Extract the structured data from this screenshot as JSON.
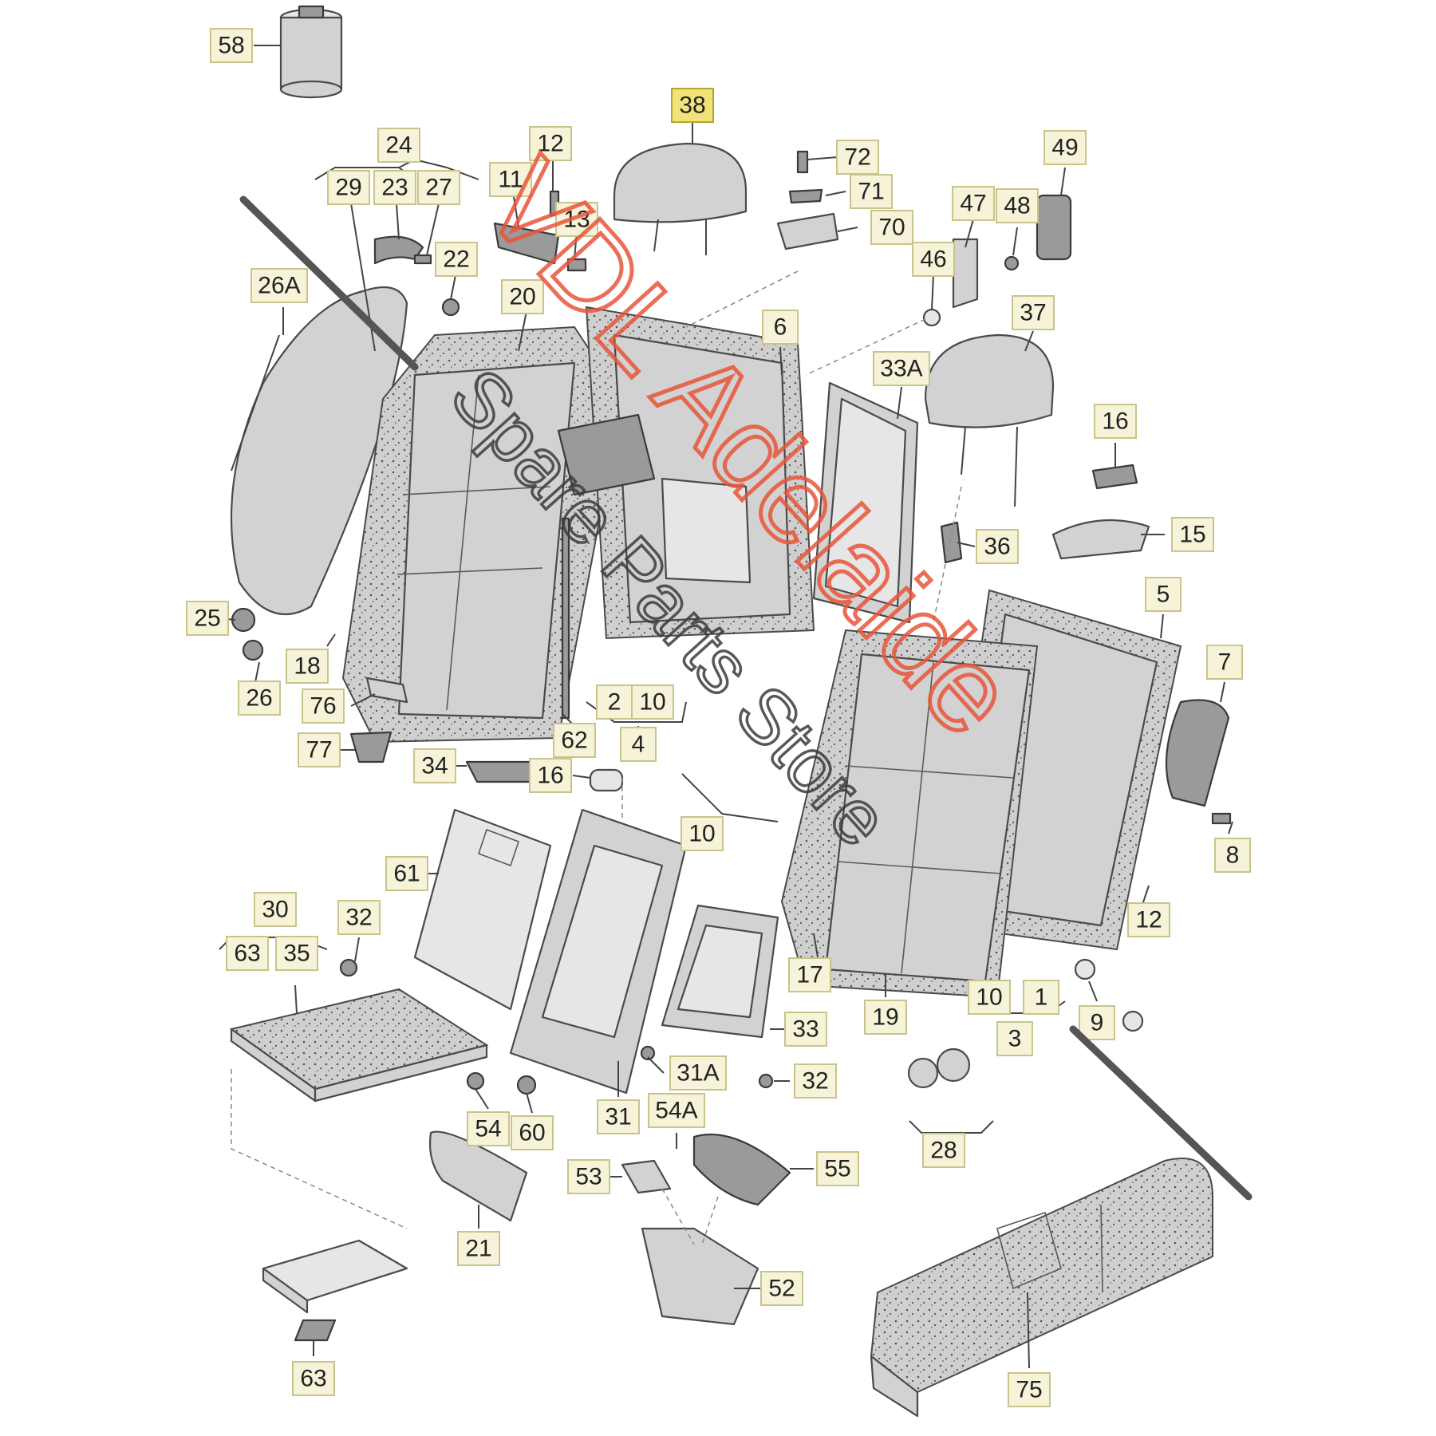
{
  "diagram": {
    "callouts": [
      {
        "id": "58",
        "text": "58"
      },
      {
        "id": "38",
        "text": "38",
        "highlight": true
      },
      {
        "id": "24",
        "text": "24"
      },
      {
        "id": "29",
        "text": "29"
      },
      {
        "id": "23",
        "text": "23"
      },
      {
        "id": "27",
        "text": "27"
      },
      {
        "id": "11",
        "text": "11"
      },
      {
        "id": "12a",
        "text": "12"
      },
      {
        "id": "13",
        "text": "13"
      },
      {
        "id": "22",
        "text": "22"
      },
      {
        "id": "72",
        "text": "72"
      },
      {
        "id": "71",
        "text": "71"
      },
      {
        "id": "70",
        "text": "70"
      },
      {
        "id": "47",
        "text": "47"
      },
      {
        "id": "48",
        "text": "48"
      },
      {
        "id": "49",
        "text": "49"
      },
      {
        "id": "46",
        "text": "46"
      },
      {
        "id": "26A",
        "text": "26A"
      },
      {
        "id": "20",
        "text": "20"
      },
      {
        "id": "6",
        "text": "6"
      },
      {
        "id": "37",
        "text": "37"
      },
      {
        "id": "33A",
        "text": "33A"
      },
      {
        "id": "16a",
        "text": "16"
      },
      {
        "id": "15",
        "text": "15"
      },
      {
        "id": "36",
        "text": "36"
      },
      {
        "id": "5",
        "text": "5"
      },
      {
        "id": "7",
        "text": "7"
      },
      {
        "id": "25",
        "text": "25"
      },
      {
        "id": "18",
        "text": "18"
      },
      {
        "id": "26",
        "text": "26"
      },
      {
        "id": "76",
        "text": "76"
      },
      {
        "id": "2",
        "text": "2"
      },
      {
        "id": "10a",
        "text": "10"
      },
      {
        "id": "4",
        "text": "4"
      },
      {
        "id": "62",
        "text": "62"
      },
      {
        "id": "77",
        "text": "77"
      },
      {
        "id": "34",
        "text": "34"
      },
      {
        "id": "16b",
        "text": "16"
      },
      {
        "id": "10b",
        "text": "10"
      },
      {
        "id": "8",
        "text": "8"
      },
      {
        "id": "61",
        "text": "61"
      },
      {
        "id": "12b",
        "text": "12"
      },
      {
        "id": "30",
        "text": "30"
      },
      {
        "id": "32a",
        "text": "32"
      },
      {
        "id": "63a",
        "text": "63"
      },
      {
        "id": "35",
        "text": "35"
      },
      {
        "id": "17",
        "text": "17"
      },
      {
        "id": "10c",
        "text": "10"
      },
      {
        "id": "1",
        "text": "1"
      },
      {
        "id": "9",
        "text": "9"
      },
      {
        "id": "3",
        "text": "3"
      },
      {
        "id": "33",
        "text": "33"
      },
      {
        "id": "19",
        "text": "19"
      },
      {
        "id": "31A",
        "text": "31A"
      },
      {
        "id": "32b",
        "text": "32"
      },
      {
        "id": "31",
        "text": "31"
      },
      {
        "id": "54",
        "text": "54"
      },
      {
        "id": "60",
        "text": "60"
      },
      {
        "id": "54A",
        "text": "54A"
      },
      {
        "id": "28",
        "text": "28"
      },
      {
        "id": "53",
        "text": "53"
      },
      {
        "id": "55",
        "text": "55"
      },
      {
        "id": "21",
        "text": "21"
      },
      {
        "id": "52",
        "text": "52"
      },
      {
        "id": "63b",
        "text": "63"
      },
      {
        "id": "75",
        "text": "75"
      }
    ]
  },
  "watermark": {
    "brand": "VDL Adelaide",
    "tagline": "Spare Parts Store"
  },
  "colors": {
    "callout_fill": "#f6f3d8",
    "callout_highlight": "#f1e27a",
    "watermark_red": "#e8553a",
    "watermark_grey": "#3c3c3c"
  }
}
